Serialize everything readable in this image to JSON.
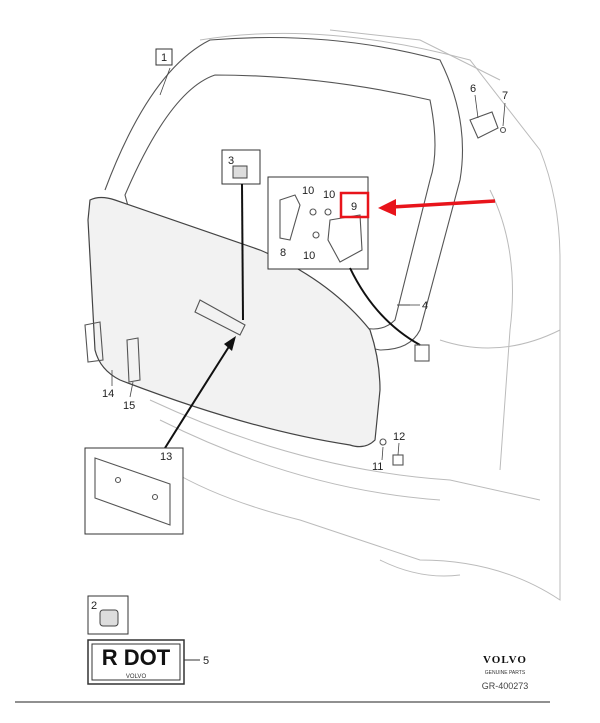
{
  "diagram": {
    "callouts": {
      "c1": "1",
      "c2": "2",
      "c3": "3",
      "c4": "4",
      "c5": "5",
      "c6": "6",
      "c7": "7",
      "c8": "8",
      "c9": "9",
      "c10a": "10",
      "c10b": "10",
      "c10c": "10",
      "c11": "11",
      "c12": "12",
      "c13": "13",
      "c14": "14",
      "c15": "15"
    },
    "badge_text": "R DOT",
    "badge_subtext": "VOLVO",
    "brand": "VOLVO",
    "brand_sub": "GENUINE PARTS",
    "drawing_number": "GR-400273",
    "highlight_color": "#e8141b"
  }
}
